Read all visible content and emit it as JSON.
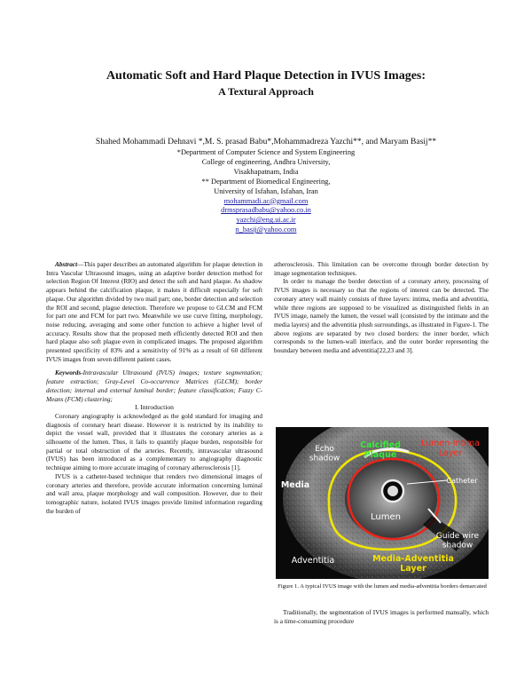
{
  "paper": {
    "title": "Automatic Soft and Hard Plaque Detection in IVUS Images:",
    "subtitle": "A Textural Approach",
    "authors": "Shahed Mohammadi Dehnavi *,M. S. prasad Babu*,Mohammadreza Yazchi**, and  Maryam Basij**",
    "affiliations": [
      "*Department of Computer Science and System Engineering",
      "College of engineering, Andhra University,",
      "Visakhapatnam, India",
      "** Department of Biomedical Engineering,",
      "University of Isfahan, Isfahan, Iran"
    ],
    "emails": [
      "mohammadi.ac@gmail.com",
      "drmsprasadbabu@yahoo.co.in",
      "yazchi@eng.ui.ac.ir",
      "n_basij@yahoo.com"
    ]
  },
  "abstract": {
    "label": "Abstract",
    "text": "—This paper describes an automated algorithm for plaque detection in Intra Vascular Ultrasound images, using an adaptive border detection method for selection Region Of Interest (RIO) and detect the soft and hard plaque. As shadow appears behind the calcification plaque, it makes it difficult especially for soft plaque. Our algorithm divided by two mail part; one, border detection and selection the ROI and second, plague detection. Therefore we propose to GLCM and FCM for part one and FCM for part two. Meanwhile we use curve fitting, morphology, noise reducing, averaging and some other function to achieve a higher level of accuracy. Results show that the proposed meth efficiently detected ROI and then hard plaque also soft plague even in complicated images. The proposed algorithm presented specificity of 83% and a sensitivity of 91% as a result of 60 different IVUS images from seven different patient cases."
  },
  "keywords": {
    "label": "Keywords-",
    "text": "Intravascular Ultrasound (IVUS) images; texture segmentation; feature extraction; Gray-Level Co-occurrence Matrices (GLCM); border detection; internal and external luminal border; feature classification; Fuzzy C-Means (FCM) clustering;"
  },
  "introduction": {
    "heading": "I.      Introduction",
    "paragraphs": [
      "Coronary angiography is acknowledged as the gold standard for imaging and diagnosis of coronary heart disease. However it is restricted by its inability to depict the vessel wall, provided that it illustrates the coronary arteries as a silhouette of the lumen. Thus, it fails to quantify plaque burden, responsible for partial or total obstruction of the arteries. Recently, intravascular ultrasound (IVUS) has been introduced as a complementary to angiography diagnostic technique aiming to more accurate imaging of coronary atherosclerosis [1].",
      "IVUS is a catheter-based technique that renders two dimensional images of coronary arteries and therefore, provide accurate information concerning luminal and wall area, plaque morphology and wall composition. However, due to their tomographic nature, isolated IVUS images provide limited information regarding the burden of"
    ]
  },
  "right_column": {
    "paragraphs": [
      "atherosclerosis. This limitation can be overcome through border detection by image segmentation techniques.",
      "In order to manage the border detection of a coronary artery, processing of IVUS images is necessary so that the regions of interest can be detected. The coronary artery wall mainly consists of three layers: intima, media and adventitia, while three regions are supposed to be visualized as distinguished fields in an IVUS image, namely the lumen, the vessel wall (consisted by the intimate and the media layers) and the adventitia plush surroundings, as illustrated in Figure-1. The above regions are separated by two closed borders: the inner border, which corresponds to the lumen-wall interface, and the outer border representing the boundary between media and adventitia[22,23 and 3]."
    ],
    "after_figure": "Traditionally, the segmentation of IVUS images is performed manually, which is a time-consuming procedure"
  },
  "figure": {
    "labels": {
      "echo": "Echo\nshadow",
      "calcified": "Calcified\nPlaque",
      "lumen_intima": "Lumen-Intima\nLayer",
      "media": "Media",
      "catheter": "Catheter",
      "lumen": "Lumen",
      "guide": "Guide wire\nshadow",
      "adventitia": "Adventitia",
      "media_adv": "Media-Adventitia\nLayer"
    },
    "colors": {
      "media_adventitia_border": "#f2e600",
      "lumen_border": "#e8261c",
      "calcified_label": "#38e83a",
      "lumen_intima_label": "#ff2a1a",
      "media_adv_label": "#f5e100",
      "white_label": "#ffffff"
    },
    "caption": "Figure 1.    A typical IVUS image with the lumen and media-adventitia borders demarcated"
  }
}
